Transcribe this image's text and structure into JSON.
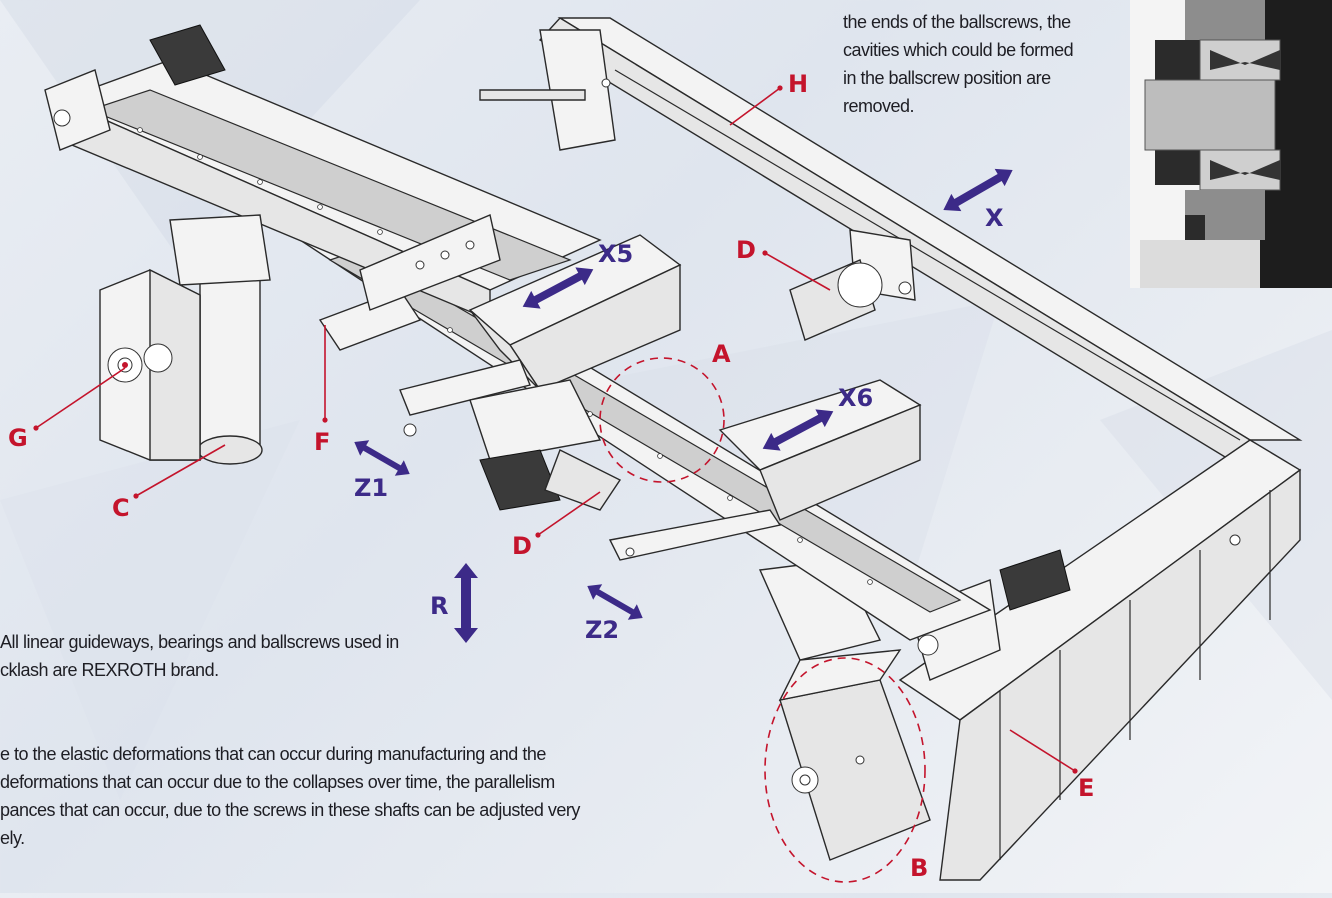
{
  "texts": {
    "top_right_paragraph": "the ends of the ballscrews, the\ncavities which could be formed\nin the ballscrew position are\nremoved.",
    "bottom_left_paragraph_1": "All linear guideways, bearings and ballscrews used in\ncklash are REXROTH brand.",
    "bottom_left_paragraph_2": "e to the elastic deformations that can occur during manufacturing and the\n deformations that can occur due to the collapses over time, the parallelism\npances that can occur, due to the screws in these shafts can be adjusted very\nely."
  },
  "callout_labels": {
    "a": "A",
    "b": "B",
    "c": "C",
    "d_top": "D",
    "d_bottom": "D",
    "e": "E",
    "f": "F",
    "g": "G",
    "h": "H"
  },
  "axis_labels": {
    "x": "X",
    "x5": "X5",
    "x6": "X6",
    "z1": "Z1",
    "z2": "Z2",
    "r": "R"
  },
  "colors": {
    "callout_red": "#c4142c",
    "axis_purple": "#3c2a88",
    "text_dark": "#1e1e24"
  }
}
